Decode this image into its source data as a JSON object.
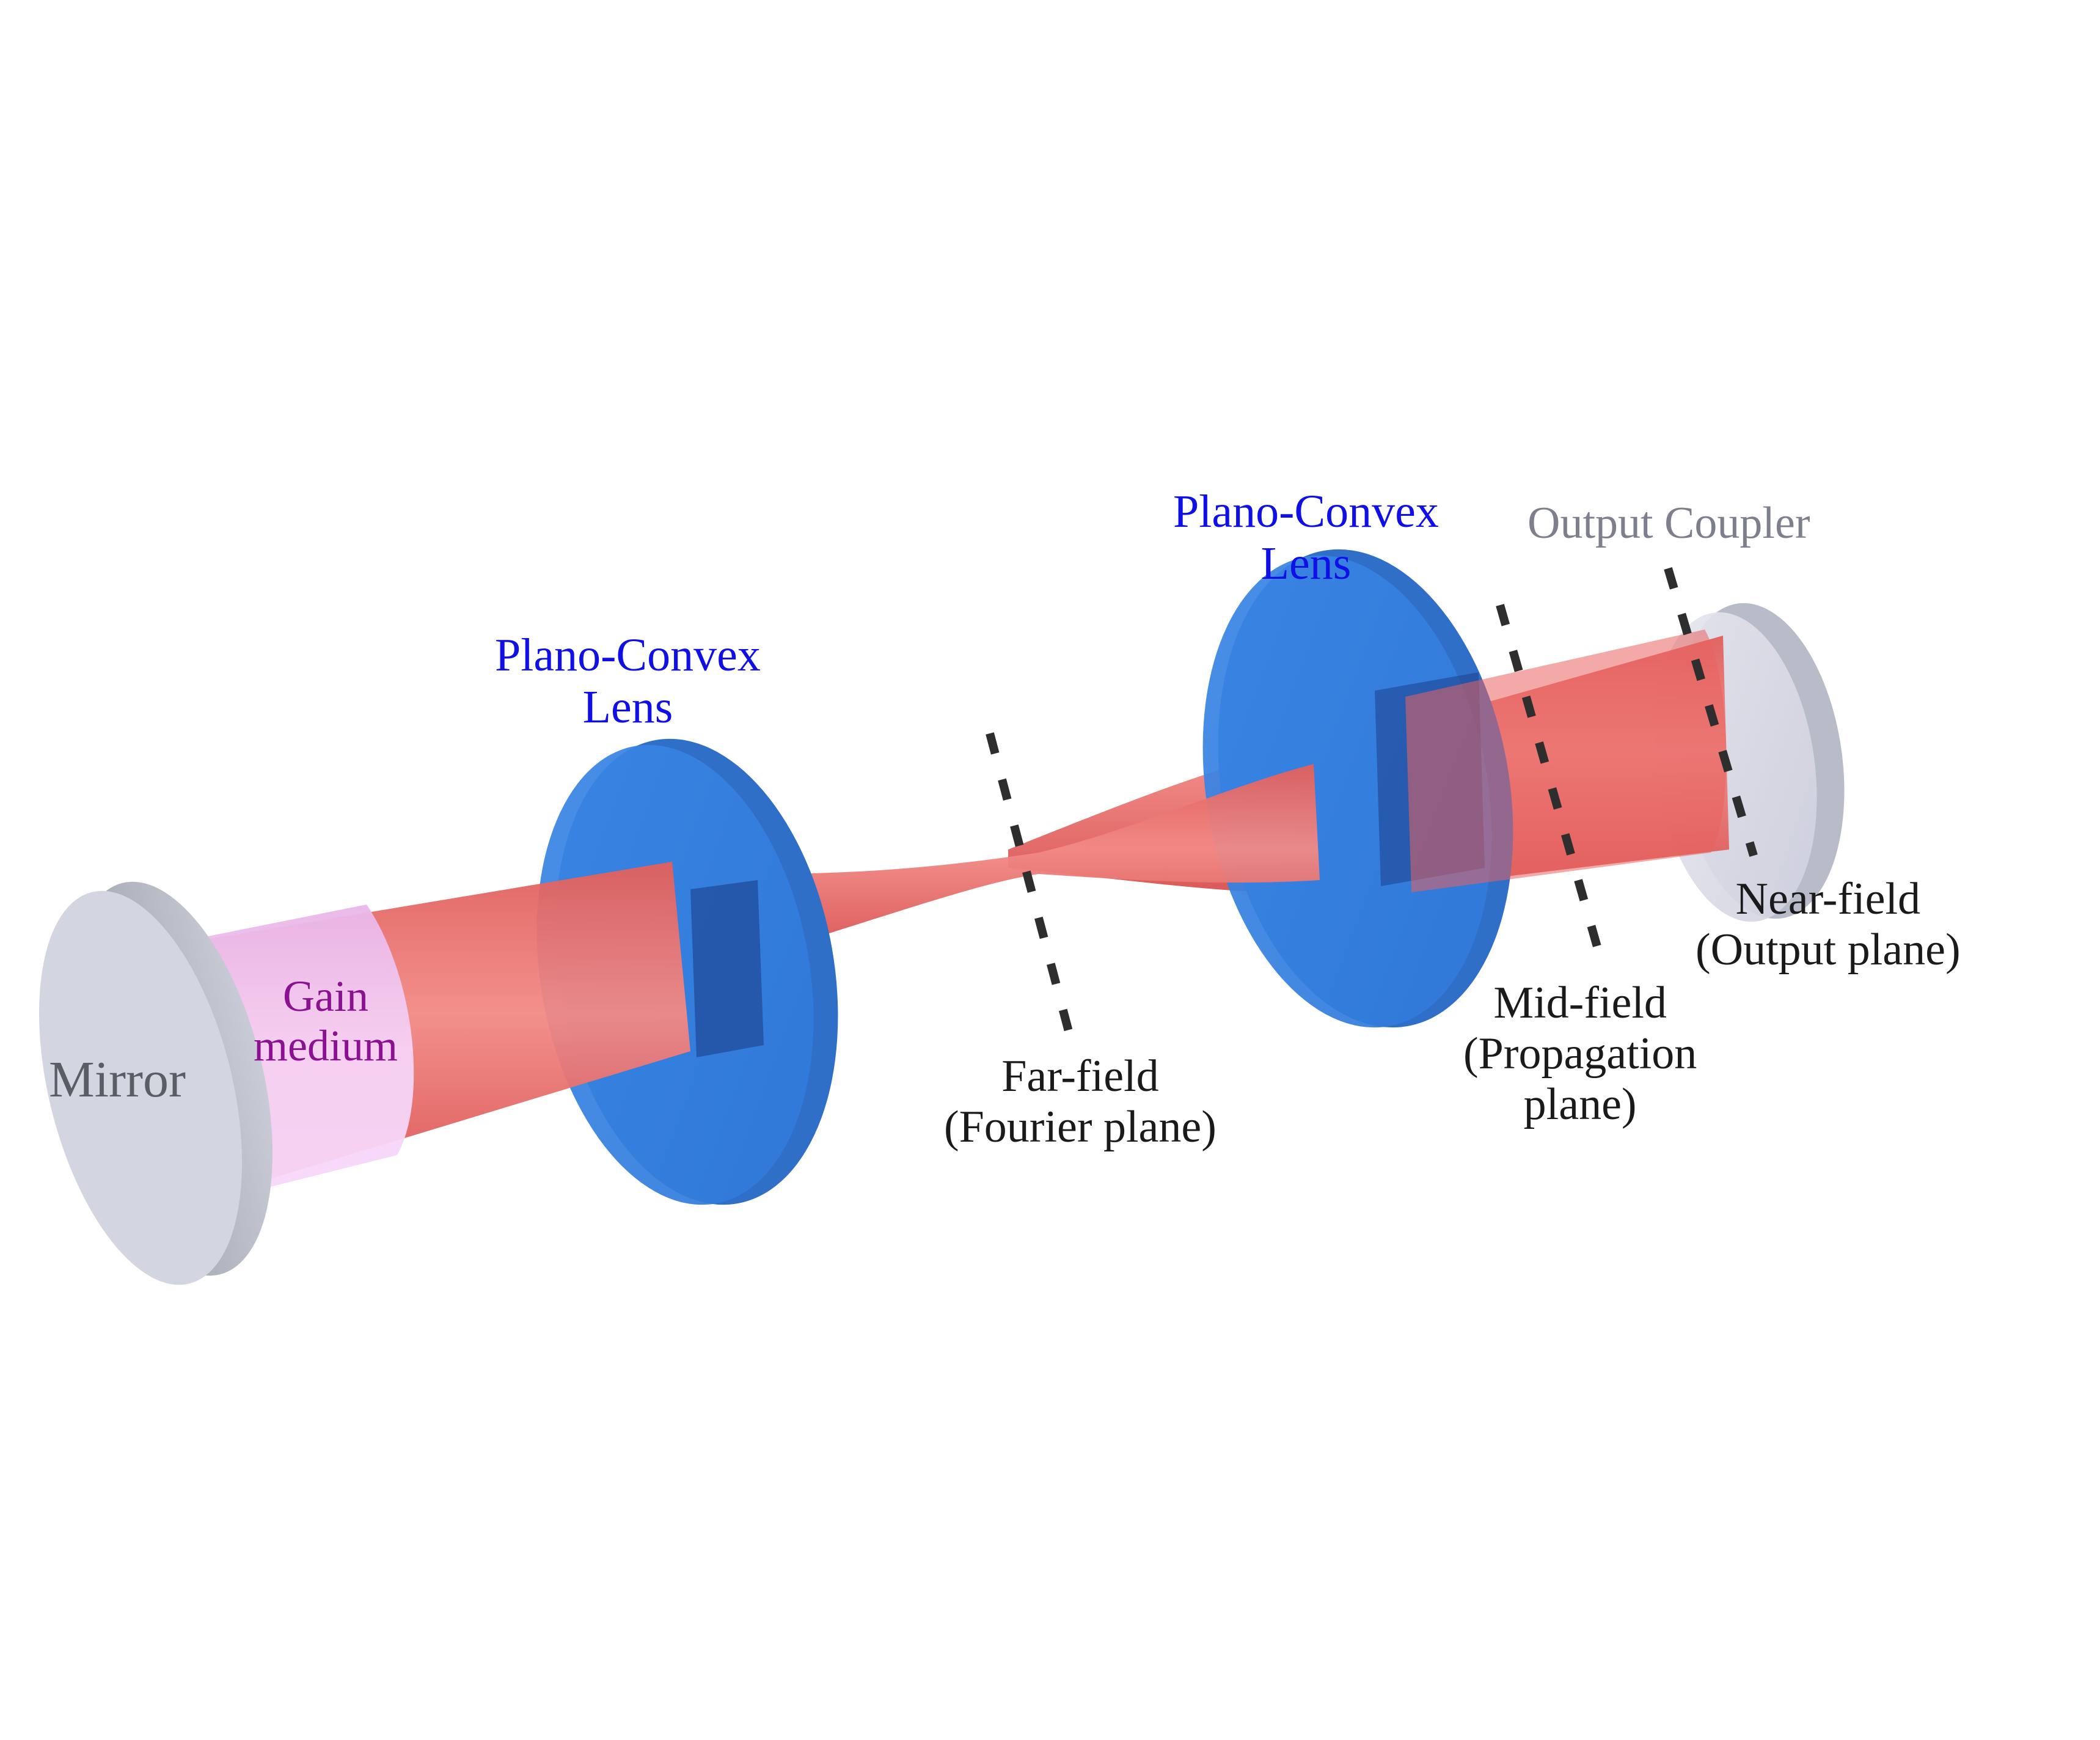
{
  "diagram": {
    "colors": {
      "beam": "#ea6a66",
      "lens": "#3a86e4",
      "gain_medium": "#f4c6f4",
      "mirror": "#cfd4e2",
      "dashes": "#2e2e2e",
      "lens_label": "#1010e6",
      "gain_label": "#8a1290"
    },
    "labels": {
      "mirror": "Mirror",
      "gain_medium": [
        "Gain",
        "medium"
      ],
      "lens_left": [
        "Plano-Convex",
        "Lens"
      ],
      "lens_right": [
        "Plano-Convex",
        "Lens"
      ],
      "output_coupler": "Output Coupler",
      "far_field": [
        "Far-field",
        "(Fourier plane)"
      ],
      "mid_field": [
        "Mid-field",
        "(Propagation",
        "plane)"
      ],
      "near_field": [
        "Near-field",
        "(Output plane)"
      ]
    }
  }
}
